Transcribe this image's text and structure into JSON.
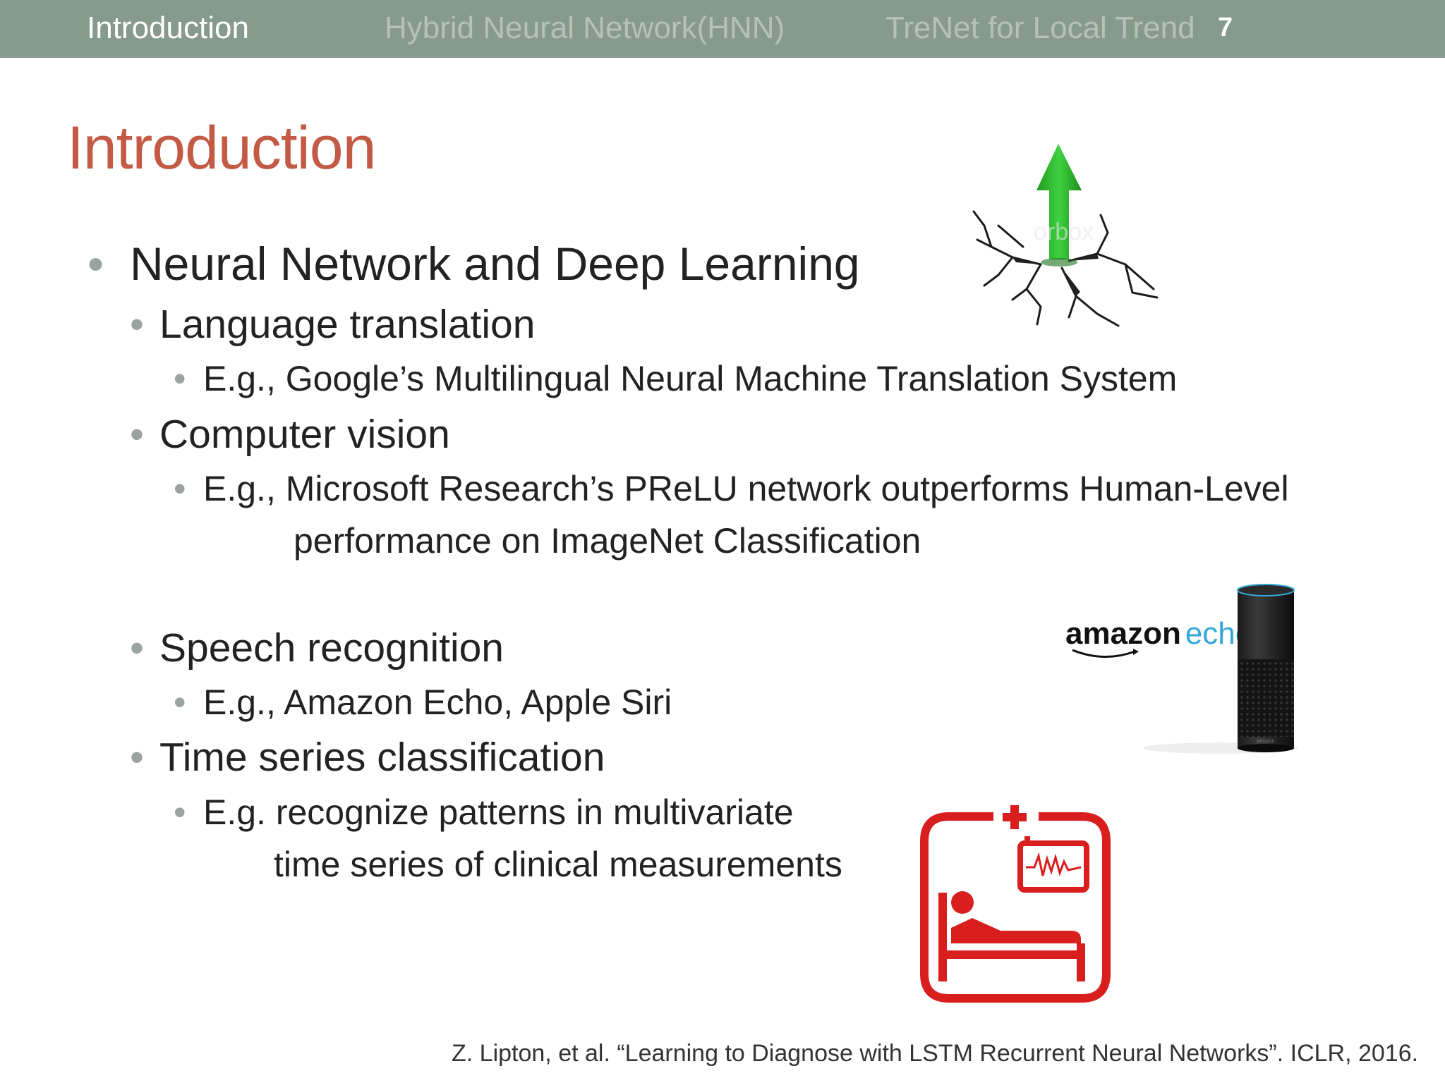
{
  "nav": {
    "tabs": [
      {
        "label": "Introduction"
      },
      {
        "label": "Hybrid Neural Network(HNN)"
      },
      {
        "label": "TreNet for Local Trend"
      }
    ],
    "page_number": "7"
  },
  "slide": {
    "title": "Introduction",
    "bullets": {
      "b1": "Neural Network and Deep Learning",
      "b1_1": "Language translation",
      "b1_1_1": "E.g., Google’s Multilingual Neural Machine Translation System",
      "b1_2": "Computer vision",
      "b1_2_1_a": "E.g., Microsoft Research’s PReLU network outperforms Human-Level",
      "b1_2_1_b": "performance on ImageNet Classification",
      "b1_3": "Speech recognition",
      "b1_3_1": "E.g., Amazon Echo, Apple Siri",
      "b1_4": "Time series classification",
      "b1_4_1_a": "E.g. recognize patterns in multivariate",
      "b1_4_1_b": "time series of clinical measurements"
    },
    "bullet_glyph": "•",
    "citation": "Z. Lipton, et al. “Learning to Diagnose with LSTM Recurrent Neural Networks”. ICLR, 2016."
  },
  "images": {
    "amazon_logo": {
      "word1": "amazon",
      "word2": "echo"
    },
    "speaker_label": "amazon"
  },
  "colors": {
    "topbar": "#879a8e",
    "title": "#c35a45",
    "arrow": "#2fb52f",
    "hospital_icon": "#d91e1e",
    "echo_blue": "#35a7d6"
  },
  "icons": [
    "growth-arrow-icon",
    "amazon-echo-speaker-image",
    "hospital-bed-icon"
  ]
}
